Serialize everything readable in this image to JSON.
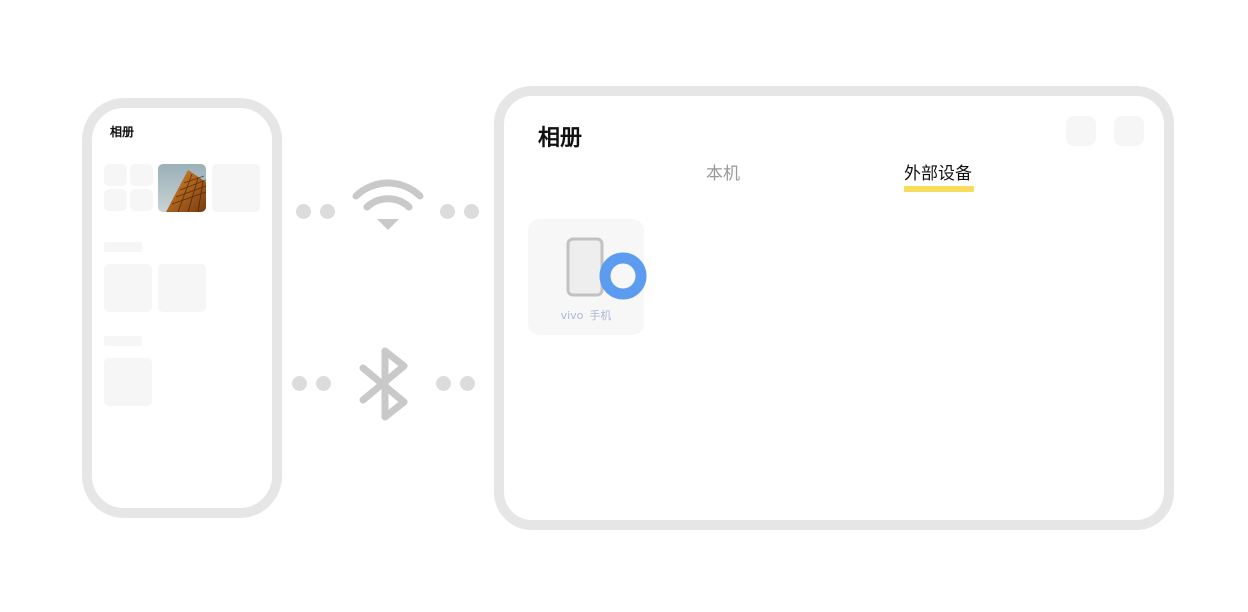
{
  "phone": {
    "title": "相册"
  },
  "tablet": {
    "title": "相册",
    "tabs": [
      {
        "label": "本机",
        "active": false
      },
      {
        "label": "外部设备",
        "active": true
      }
    ],
    "accent_color": "#f8dc5c",
    "device": {
      "brand": "vivo",
      "type": "手机",
      "status_color": "#5b9cf0"
    }
  },
  "connections": [
    "wifi-icon",
    "bluetooth-icon"
  ]
}
